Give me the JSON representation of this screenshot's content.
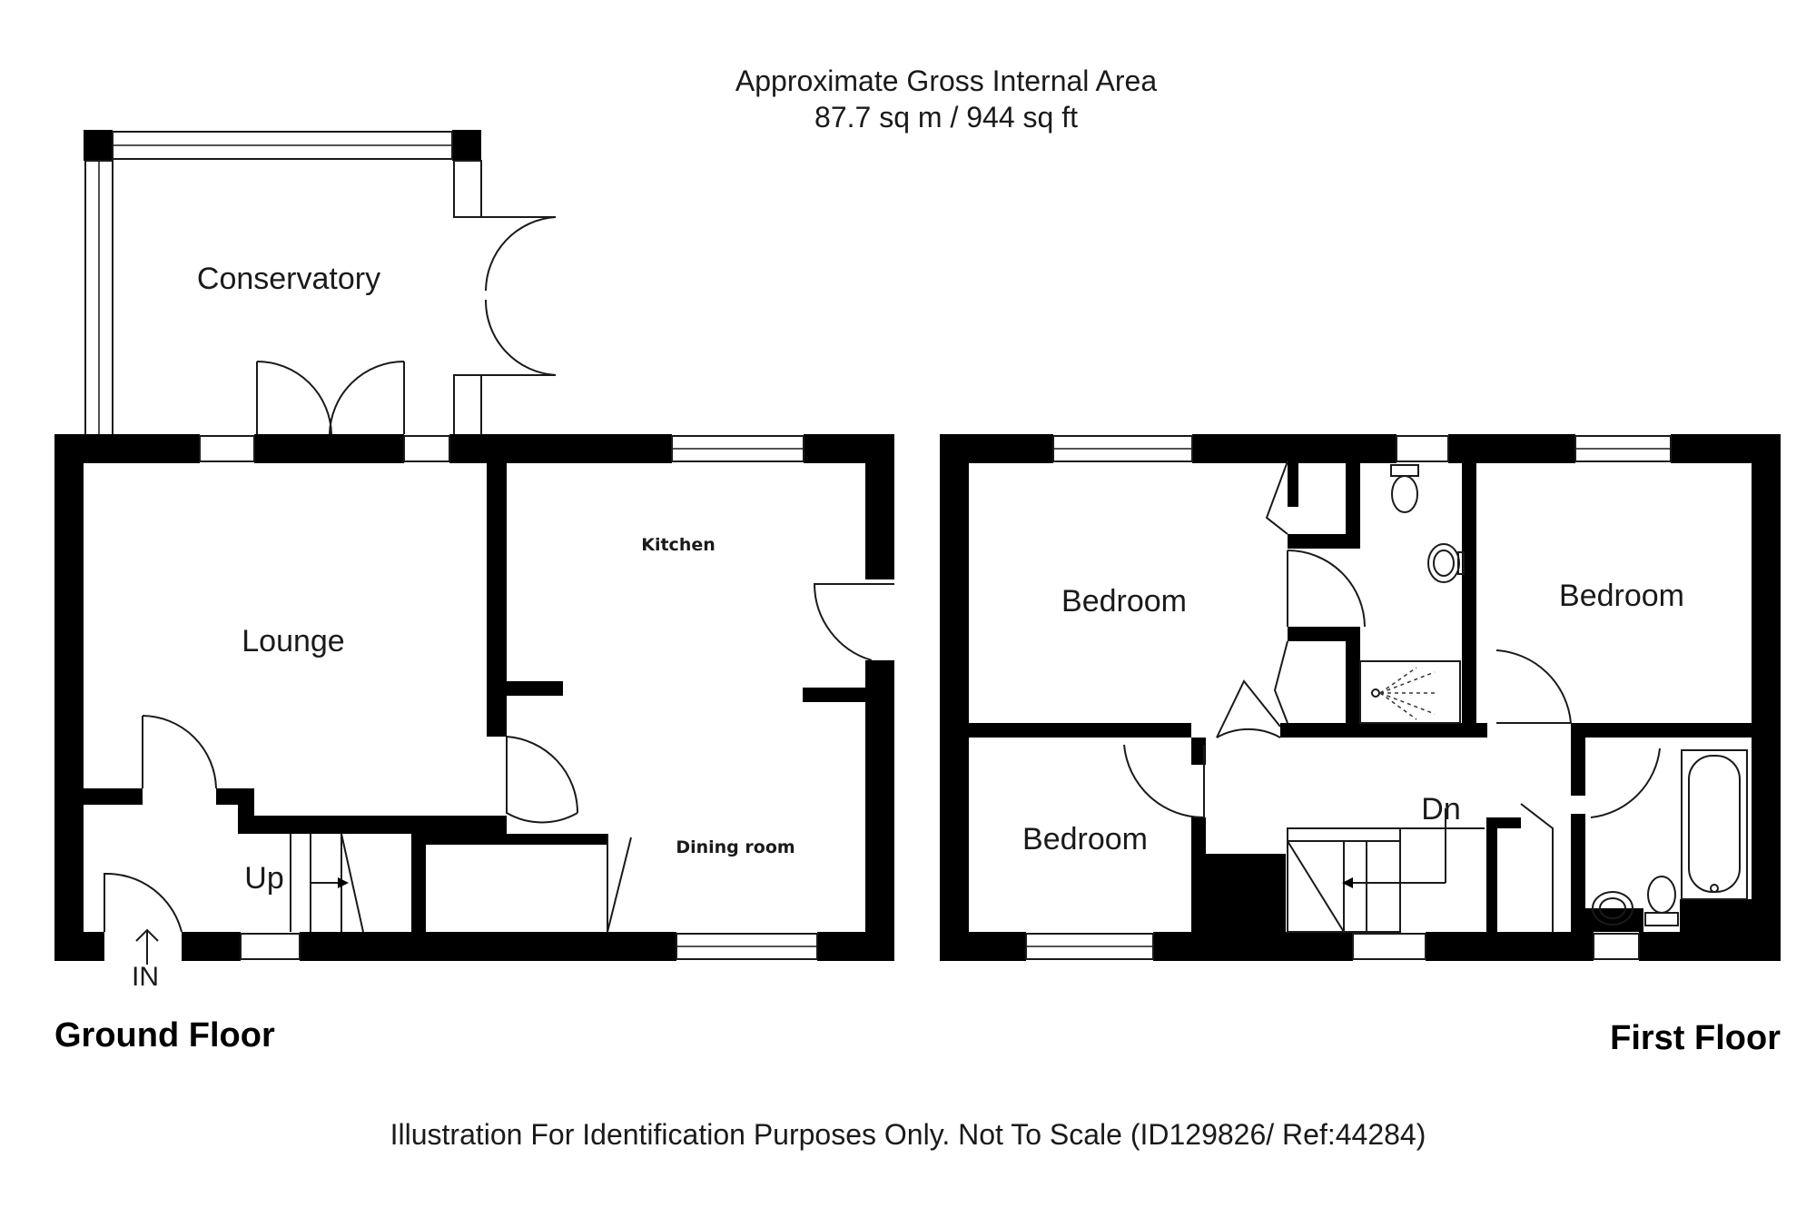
{
  "header": {
    "area_title": "Approximate Gross Internal Area",
    "area_value": "87.7 sq m / 944 sq ft"
  },
  "ground_floor": {
    "label": "Ground Floor",
    "rooms": {
      "conservatory": "Conservatory",
      "lounge": "Lounge",
      "kitchen": "Kitchen",
      "dining_room": "Dining room"
    },
    "stairs_label": "Up",
    "entrance_label": "IN"
  },
  "first_floor": {
    "label": "First Floor",
    "rooms": {
      "bedroom_left_top": "Bedroom",
      "bedroom_right": "Bedroom",
      "bedroom_left_bottom": "Bedroom"
    },
    "stairs_label": "Dn"
  },
  "footer": {
    "disclaimer": "Illustration For Identification Purposes Only. Not To Scale (ID129826/ Ref:44284)"
  }
}
